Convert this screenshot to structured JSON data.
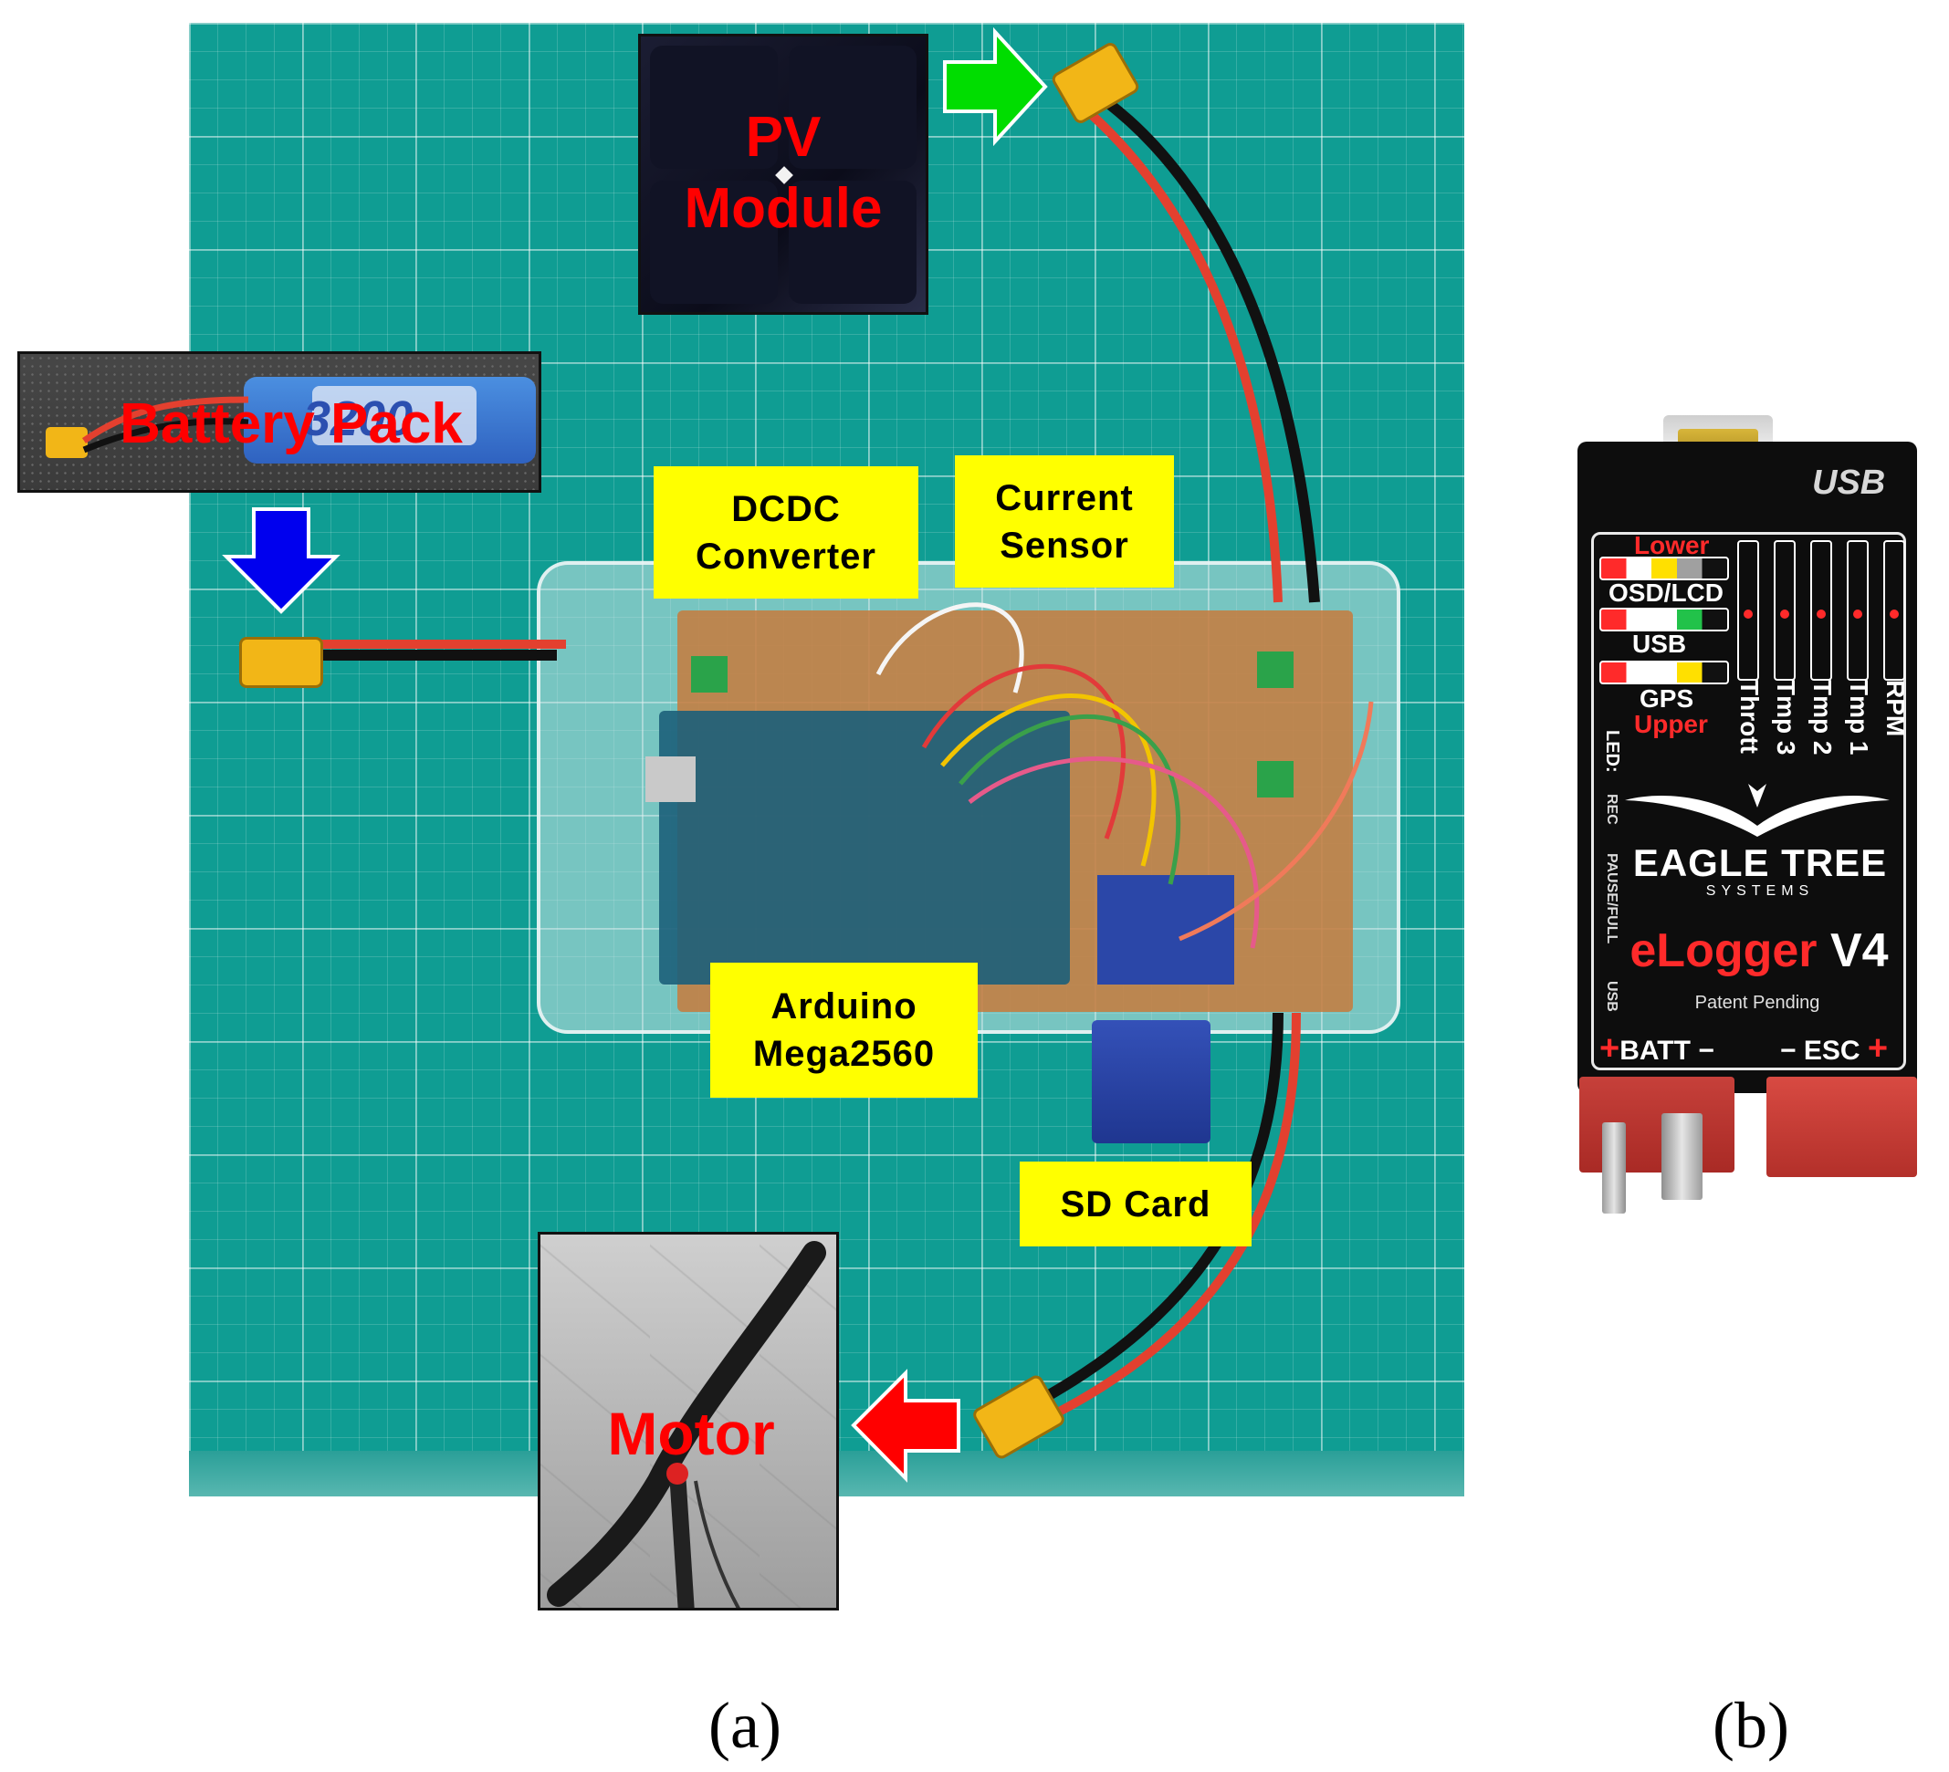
{
  "panel_a": {
    "caption": "(a)",
    "labels": {
      "pv_module": "PV\nModule",
      "battery_pack": "Battery Pack",
      "dcdc_converter": "DCDC\nConverter",
      "current_sensor": "Current\nSensor",
      "arduino": "Arduino\nMega2560",
      "sd_card": "SD Card",
      "motor": "Motor"
    },
    "battery_capacity_print": "3200",
    "colors": {
      "mat": "#0f9d93",
      "label_bg": "#ffff00",
      "overlay_text": "#ff0000",
      "arrow_pv": "#00dd00",
      "arrow_battery": "#0000ee",
      "arrow_motor": "#ff0000"
    }
  },
  "panel_b": {
    "caption": "(b)",
    "usb": "USB",
    "lower": "Lower",
    "osd_lcd": "OSD/LCD",
    "usb_port_label": "USB",
    "gps": "GPS",
    "upper": "Upper",
    "columns": [
      "Thrott",
      "Tmp 3",
      "Tmp 2",
      "Tmp 1",
      "RPM"
    ],
    "led_label": "LED:",
    "led_states": [
      "REC",
      "PAUSE/FULL",
      "USB"
    ],
    "brand_line1": "EAGLE TREE",
    "brand_line2": "SYSTEMS",
    "product_name": "eLogger",
    "product_version": "V4",
    "patent": "Patent Pending",
    "batt": "BATT",
    "esc": "ESC",
    "plus": "+",
    "minus": "−"
  }
}
